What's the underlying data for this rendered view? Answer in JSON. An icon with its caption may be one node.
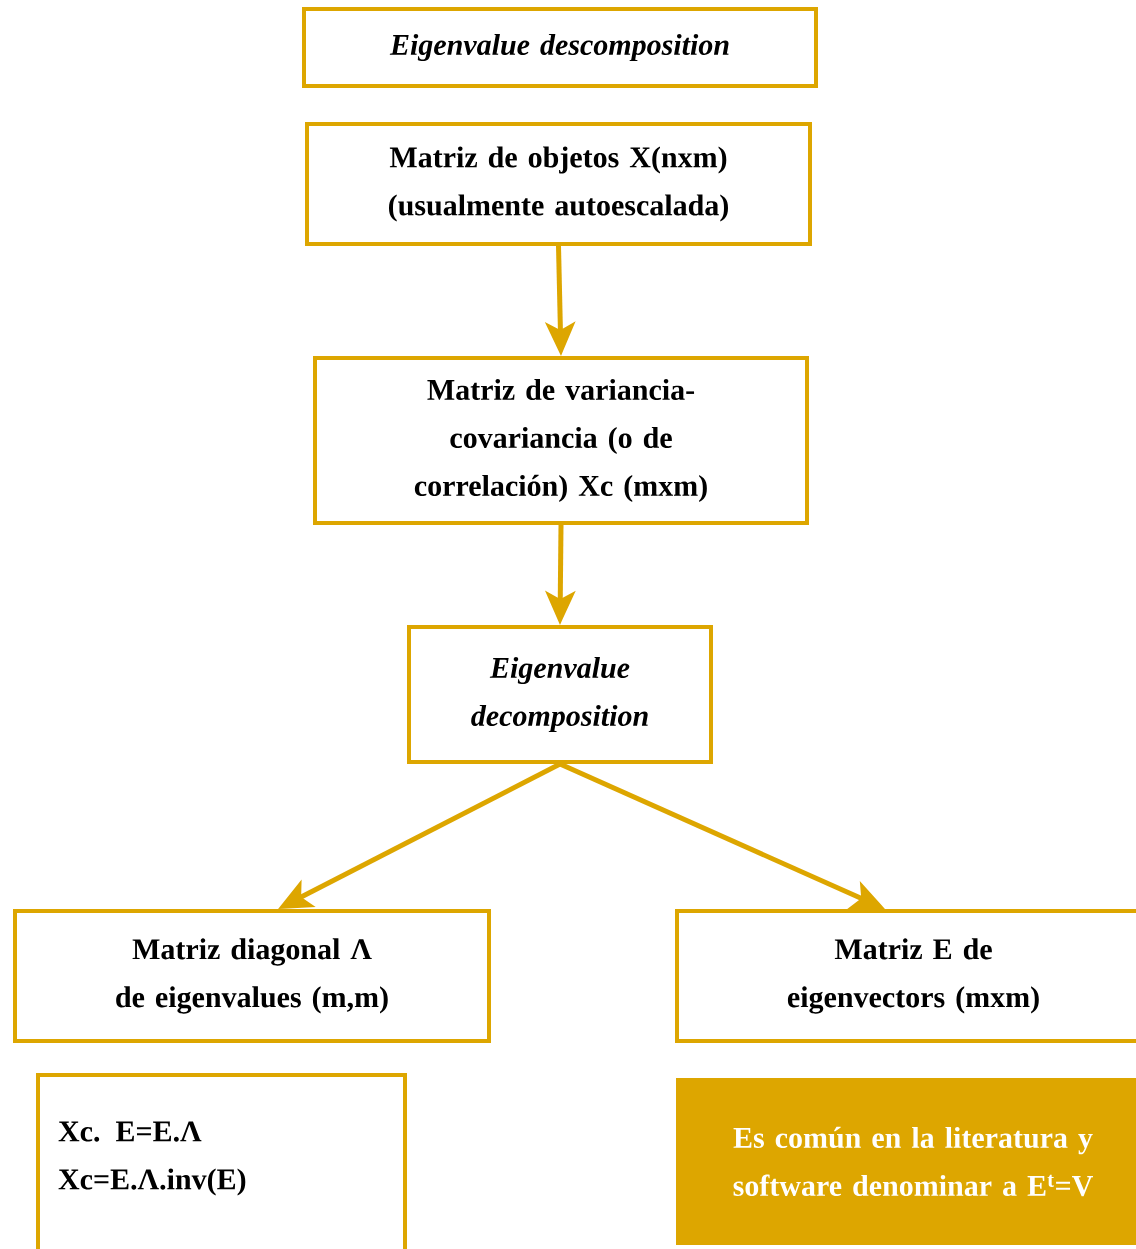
{
  "diagram": {
    "nodes": [
      {
        "text": [
          "Eigenvalue descomposition"
        ]
      },
      {
        "text": [
          "Matriz de objetos X(nxm) (usualmente autoescalada)"
        ]
      },
      {
        "text": [
          "Matriz de variancia-covariancia (o de correlación) Xc (mxm)"
        ]
      },
      {
        "text": [
          "Eigenvalue decomposition"
        ]
      },
      {
        "text": [
          "Matriz diagonal Λ de eigenvalues (m,m)"
        ]
      },
      {
        "text": [
          "Matriz E de eigenvectors (mxm)"
        ]
      },
      {
        "text": [
          "Xc. E=E.Λ",
          "Xc=E.Λ.inv(E)"
        ]
      },
      {
        "text": [
          "Es común en la literatura y software denominar a E$^{t}$=V"
        ]
      }
    ],
    "edges": [
      {
        "from": 1,
        "to": 2,
        "arrow": "to"
      },
      {
        "from": 2,
        "to": 3,
        "arrow": "to"
      },
      {
        "from": 3,
        "to": 4,
        "arrow": "to"
      },
      {
        "from": 3,
        "to": 5,
        "arrow": "to"
      }
    ]
  }
}
